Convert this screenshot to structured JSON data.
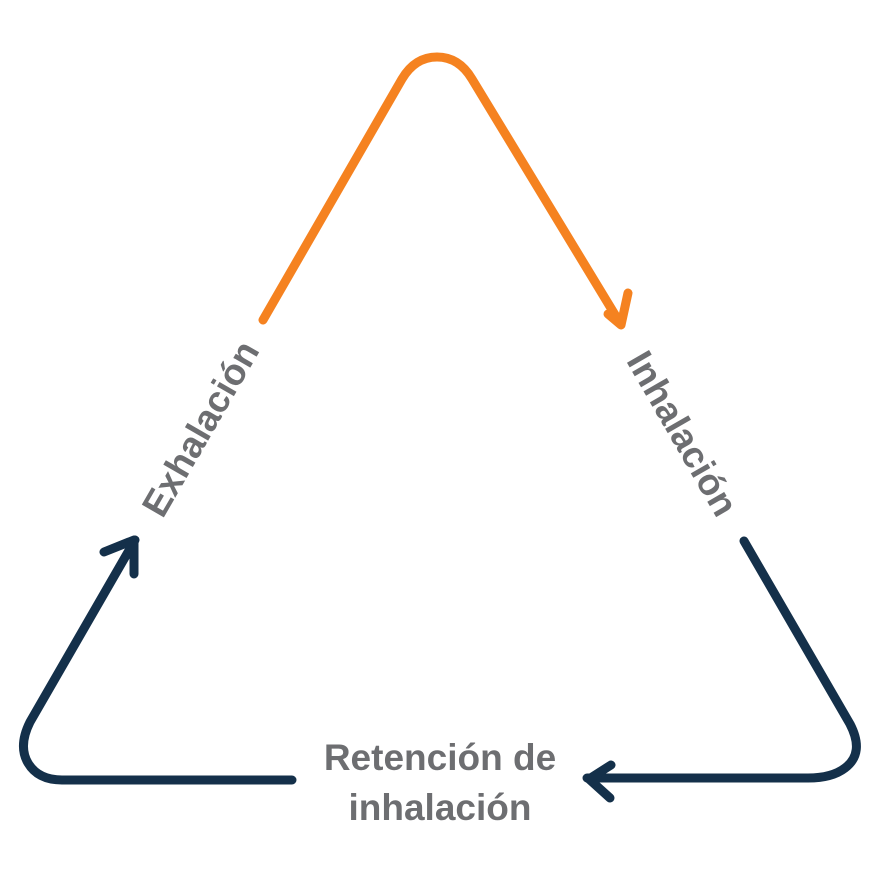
{
  "diagram": {
    "labels": {
      "inhalation": "Inhalación",
      "exhalation": "Exhalación",
      "retention_line1": "Retención de",
      "retention_line2": "inhalación"
    },
    "colors": {
      "inhale_arc": "#f58220",
      "cycle_arc": "#14304a",
      "label_text": "#6d6e71"
    }
  }
}
